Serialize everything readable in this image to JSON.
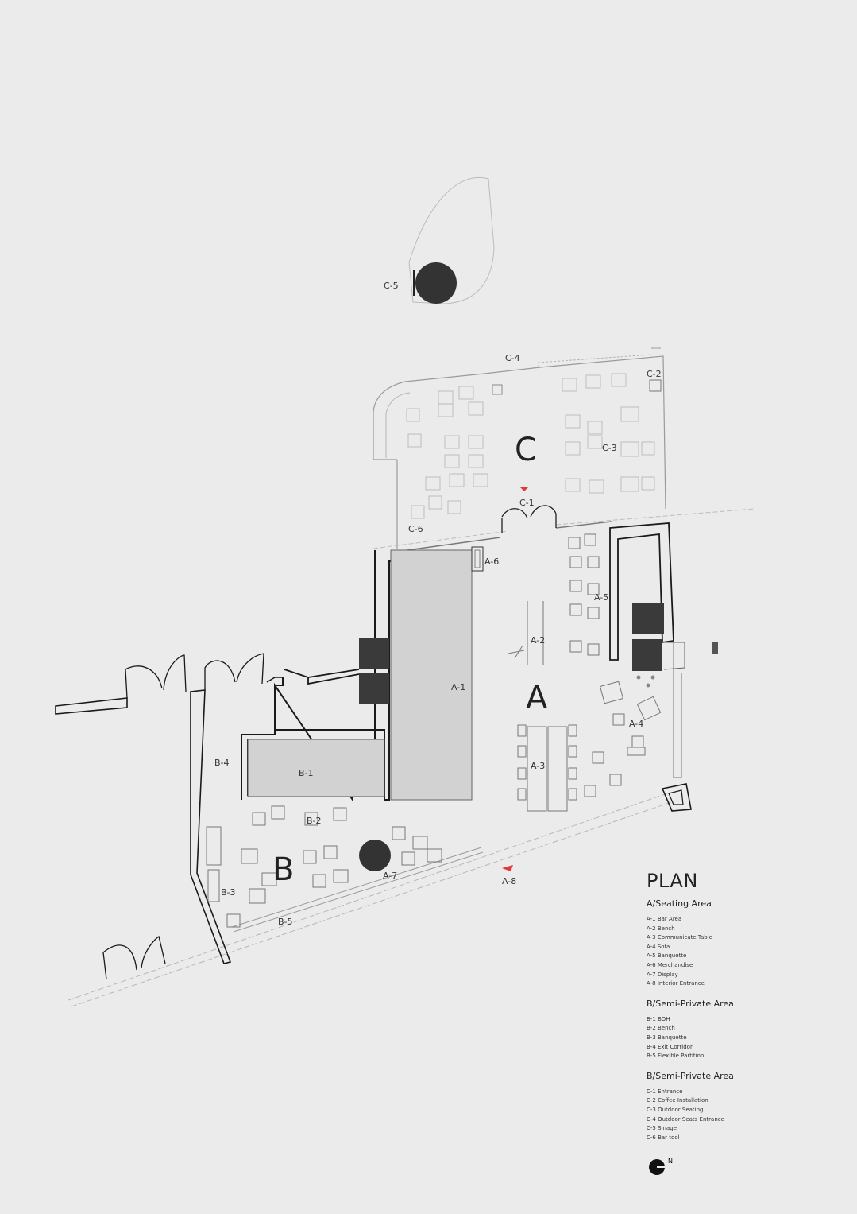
{
  "zones": {
    "a": "A",
    "b": "B",
    "c": "C"
  },
  "labels": {
    "a1": "A-1",
    "a2": "A-2",
    "a3": "A-3",
    "a4": "A-4",
    "a5": "A-5",
    "a6": "A-6",
    "a7": "A-7",
    "a8": "A-8",
    "b1": "B-1",
    "b2": "B-2",
    "b3": "B-3",
    "b4": "B-4",
    "b5": "B-5",
    "c1": "C-1",
    "c2": "C-2",
    "c3": "C-3",
    "c4": "C-4",
    "c5": "C-5",
    "c6": "C-6"
  },
  "legend": {
    "title": "PLAN",
    "sections": [
      {
        "heading": "A/Seating Area",
        "items": [
          "A-1 Bar Area",
          "A-2 Bench",
          "A-3 Communicate Table",
          "A-4 Sofa",
          "A-5 Banquette",
          "A-6 Merchandise",
          "A-7 Display",
          "A-8 Interior Entrance"
        ]
      },
      {
        "heading": "B/Semi-Private Area",
        "items": [
          "B-1 BOH",
          "B-2 Bench",
          "B-3 Banquette",
          "B-4 Exit Corridor",
          "B-5 Flexible Partition"
        ]
      },
      {
        "heading": "B/Semi-Private Area",
        "items": [
          "C-1 Entrance",
          "C-2 Coffee Installation",
          "C-3 Outdoor Seating",
          "C-4 Outdoor Seats Entrance",
          "C-5 Sinage",
          "C-6 Bar tool"
        ]
      }
    ],
    "compass": "N"
  },
  "colors": {
    "wall": "#1a1a1a",
    "dark_block": "#3a3a3a",
    "bar_fill": "#d2d2d2",
    "marker": "#e23a3a"
  }
}
